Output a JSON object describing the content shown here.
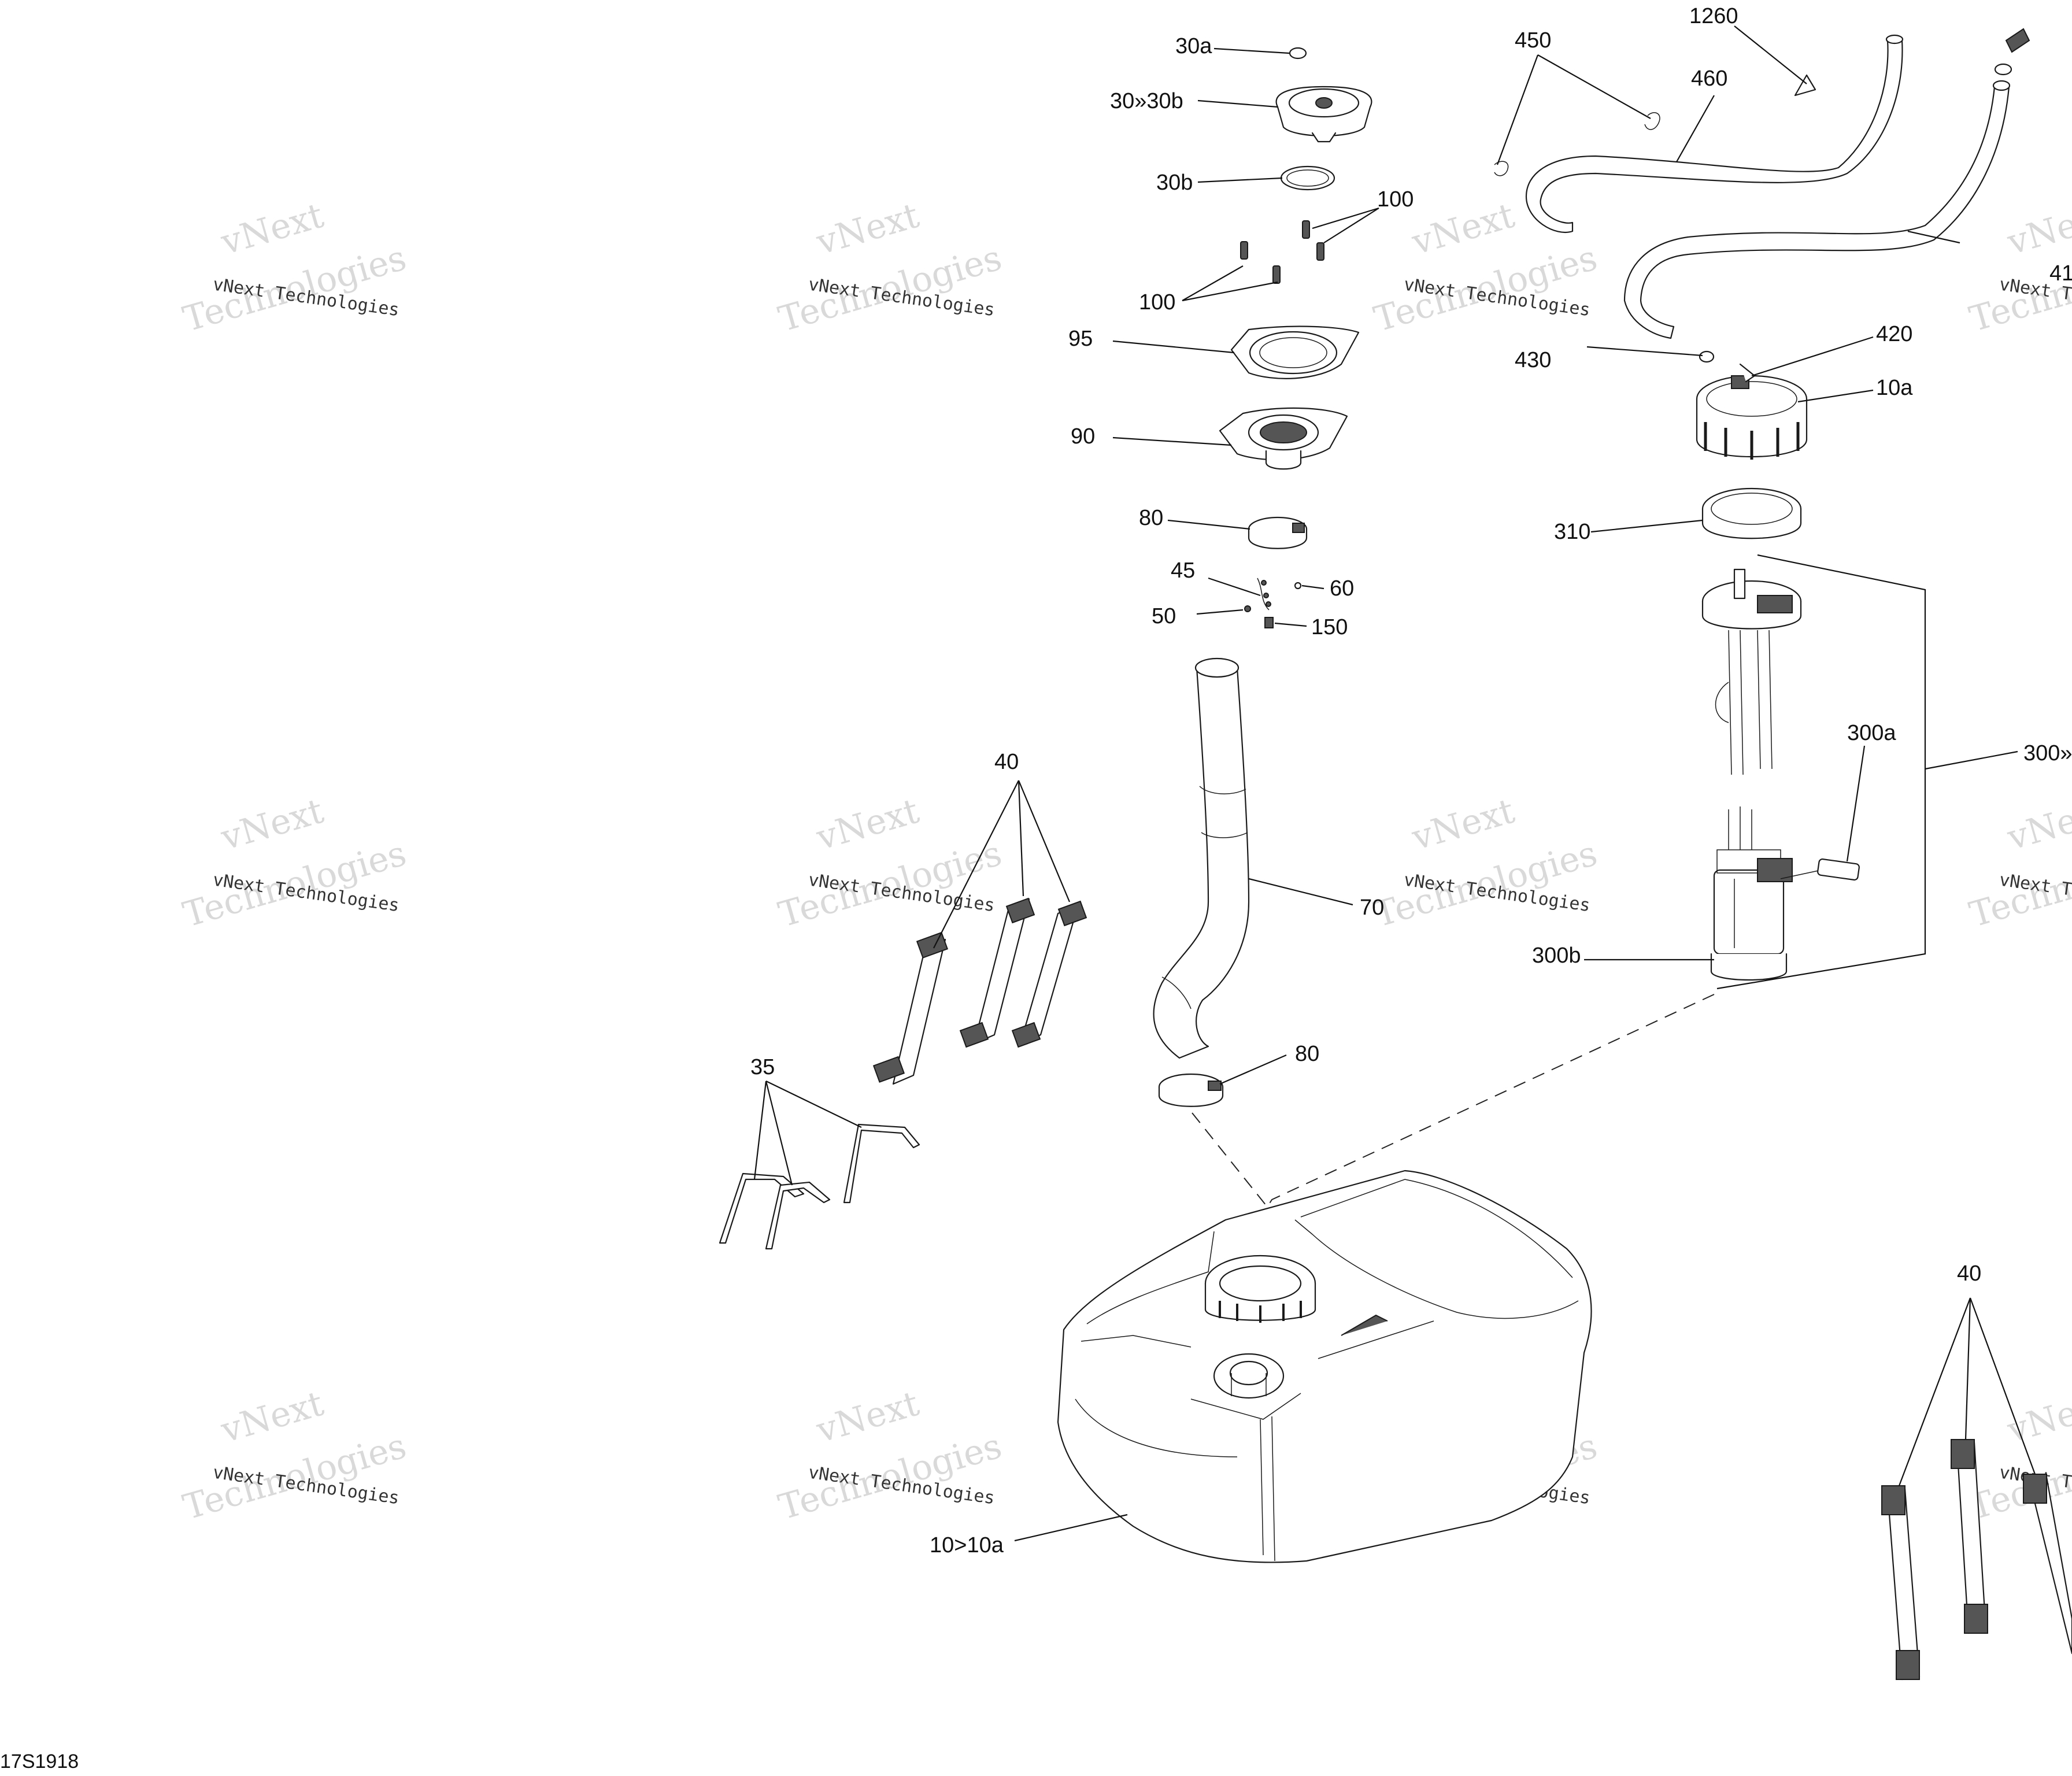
{
  "diagram": {
    "drawing_id": "17S1918",
    "watermark": {
      "line1": "vNext",
      "line2": "Technologies",
      "small": "vNext Technologies"
    },
    "callouts": [
      "30a",
      "30»30b",
      "30b",
      "100",
      "100",
      "95",
      "90",
      "80",
      "45",
      "60",
      "50",
      "150",
      "40",
      "70",
      "35",
      "80",
      "10>10a",
      "450",
      "1260",
      "460",
      "41",
      "430",
      "420",
      "10a",
      "310",
      "300a",
      "300»",
      "300b",
      "40"
    ]
  }
}
